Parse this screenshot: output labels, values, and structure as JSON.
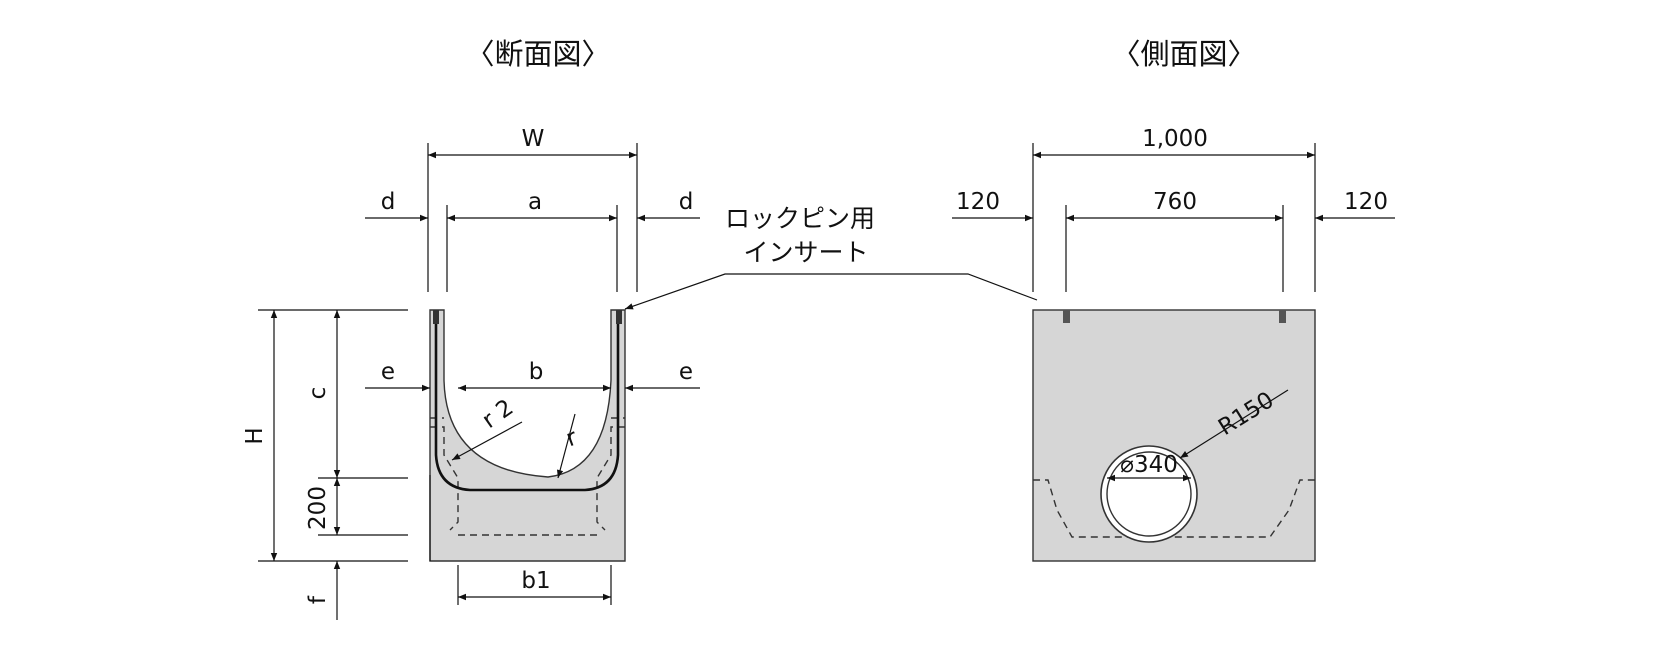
{
  "titles": {
    "section": "〈断面図〉",
    "side": "〈側面図〉"
  },
  "section_labels": {
    "W": "W",
    "d_left": "d",
    "a": "a",
    "d_right": "d",
    "e_left": "e",
    "b": "b",
    "e_right": "e",
    "c": "c",
    "H": "H",
    "h200": "200",
    "f": "f",
    "b1": "b1",
    "r2": "r 2",
    "r": "r"
  },
  "note": {
    "line1": "ロックピン用",
    "line2": "インサート"
  },
  "side_labels": {
    "total": "1,000",
    "left_offset": "120",
    "inner": "760",
    "right_offset": "120",
    "radius": "R150",
    "diameter": "⌀340"
  },
  "colors": {
    "concrete": "#d6d6d6",
    "line": "#111111"
  }
}
